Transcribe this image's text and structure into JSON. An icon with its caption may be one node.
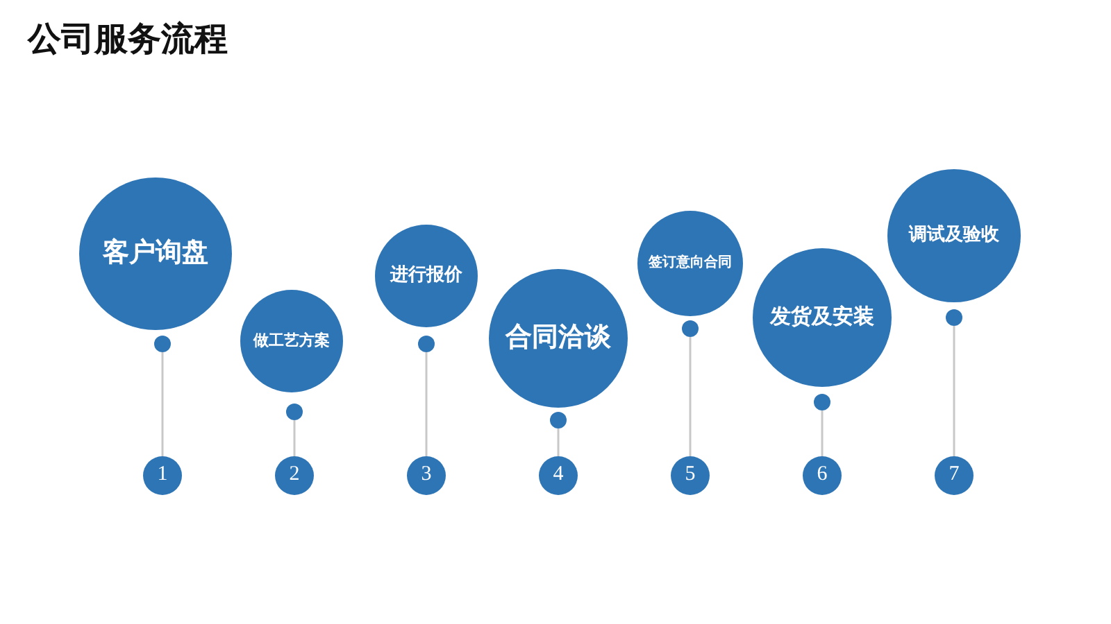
{
  "diagram": {
    "title": "公司服务流程",
    "nodes": [
      {
        "text": [
          "客户询盘"
        ]
      },
      {
        "text": [
          "做工艺方案"
        ]
      },
      {
        "text": [
          "进行报价"
        ]
      },
      {
        "text": [
          "合同洽谈"
        ]
      },
      {
        "text": [
          "签订意向合同"
        ]
      },
      {
        "text": [
          "发货及安装"
        ]
      },
      {
        "text": [
          "调试及验收"
        ]
      },
      {
        "text": [],
        "shape": "circle"
      },
      {
        "text": [],
        "shape": "circle"
      },
      {
        "text": [],
        "shape": "circle"
      },
      {
        "text": [],
        "shape": "circle"
      },
      {
        "text": [],
        "shape": "circle"
      },
      {
        "text": [],
        "shape": "circle"
      },
      {
        "text": [],
        "shape": "circle"
      },
      {
        "text": [
          "1"
        ]
      },
      {
        "text": [
          "2"
        ]
      },
      {
        "text": [
          "3"
        ]
      },
      {
        "text": [
          "4"
        ]
      },
      {
        "text": [
          "5"
        ]
      },
      {
        "text": [
          "6"
        ]
      },
      {
        "text": [
          "7"
        ]
      }
    ],
    "edges": [
      {
        "from": 7,
        "to": 14,
        "arrow": "none"
      },
      {
        "from": 8,
        "to": 15,
        "arrow": "none"
      },
      {
        "from": 9,
        "to": 16,
        "arrow": "none"
      },
      {
        "from": 10,
        "to": 17,
        "arrow": "none"
      },
      {
        "from": 11,
        "to": 18,
        "arrow": "none"
      },
      {
        "from": 12,
        "to": 19,
        "arrow": "none"
      },
      {
        "from": 13,
        "to": 20,
        "arrow": "none"
      }
    ]
  }
}
